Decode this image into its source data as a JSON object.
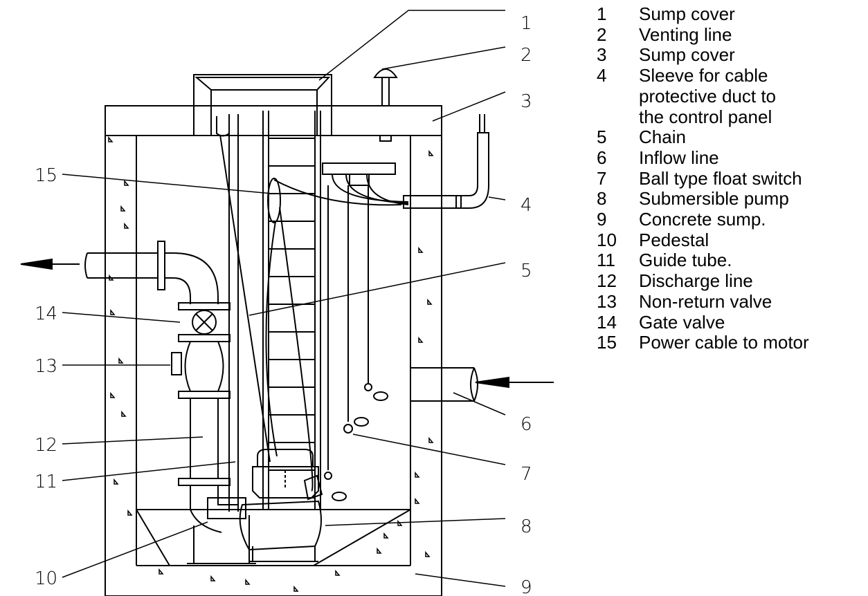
{
  "callouts": [
    "1",
    "2",
    "3",
    "4",
    "5",
    "6",
    "7",
    "8",
    "9",
    "10",
    "11",
    "12",
    "13",
    "14",
    "15"
  ],
  "legend": [
    {
      "num": "1",
      "text": "Sump cover"
    },
    {
      "num": "2",
      "text": "Venting line"
    },
    {
      "num": "3",
      "text": "Sump cover"
    },
    {
      "num": "4",
      "text": "Sleeve for cable\nprotective duct to\nthe control panel"
    },
    {
      "num": "5",
      "text": "Chain"
    },
    {
      "num": "6",
      "text": "Inflow line"
    },
    {
      "num": "7",
      "text": "Ball type float switch"
    },
    {
      "num": "8",
      "text": "Submersible pump"
    },
    {
      "num": "9",
      "text": "Concrete sump."
    },
    {
      "num": "10",
      "text": "Pedestal"
    },
    {
      "num": "11",
      "text": "Guide tube."
    },
    {
      "num": "12",
      "text": "Discharge line"
    },
    {
      "num": "13",
      "text": "Non-return valve"
    },
    {
      "num": "14",
      "text": "Gate valve"
    },
    {
      "num": "15",
      "text": "Power cable to motor"
    }
  ]
}
